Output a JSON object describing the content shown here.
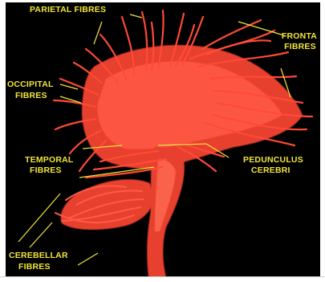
{
  "figure": {
    "background": "#000000",
    "fibre_color": "#ff4a36",
    "label_color": "#f2e63a"
  },
  "labels": {
    "parietal": "PARIETAL  FIBRES",
    "frontal_1": "FRONTA",
    "frontal_2": "FIBRES",
    "occipital_1": "OCCIPITAL",
    "occipital_2": "FIBRES",
    "temporal_1": "TEMPORAL",
    "temporal_2": "FIBRES",
    "pedunculus_1": "PEDUNCULUS",
    "pedunculus_2": "CEREBRI",
    "cerebellar_1": "CEREBELLAR",
    "cerebellar_2": "FIBRES"
  }
}
